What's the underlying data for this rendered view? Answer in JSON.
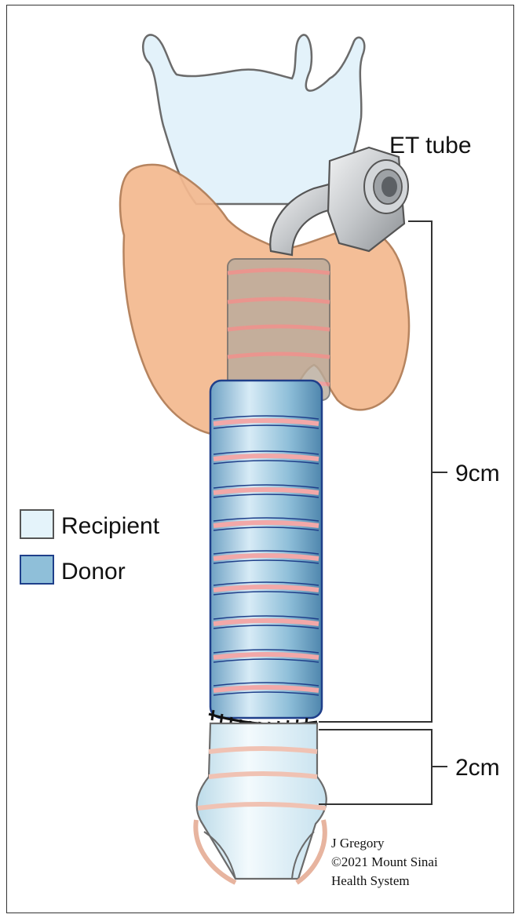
{
  "labels": {
    "et_tube": "ET tube",
    "length_donor": "9cm",
    "length_recipient": "2cm"
  },
  "legend": [
    {
      "label": "Recipient",
      "color": "#e4f3fa"
    },
    {
      "label": "Donor",
      "color": "#8fbfd9"
    }
  ],
  "credit": [
    "J Gregory",
    "©2021 Mount Sinai",
    "Health System"
  ],
  "colors": {
    "recipient": "#e4f3fa",
    "donor": "#8fbfd9",
    "thyroid": "#f4b98f",
    "cartilage_ring": "#f2a8a8",
    "et_tube": "#c9ccce",
    "outline": "#1f3f8a"
  }
}
